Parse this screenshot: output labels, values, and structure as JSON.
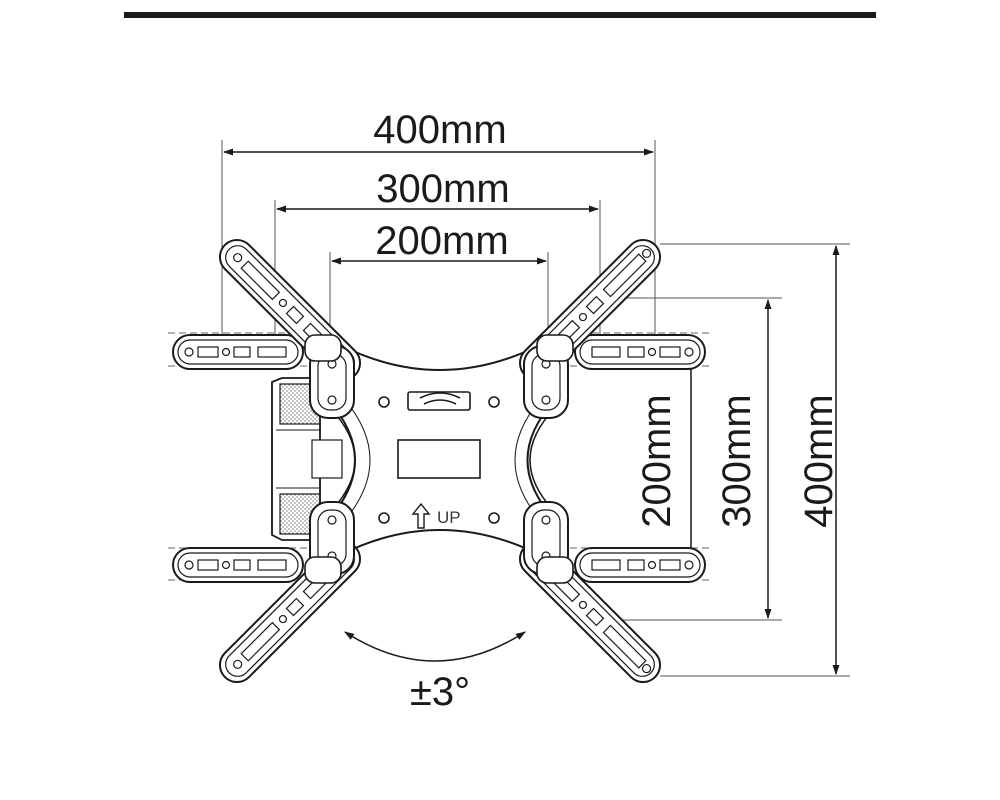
{
  "horizontal_dimensions": {
    "outer": "400mm",
    "middle": "300mm",
    "inner": "200mm"
  },
  "vertical_dimensions": {
    "outer": "400mm",
    "middle": "300mm",
    "inner": "200mm"
  },
  "center_plate": {
    "up_label": "UP"
  },
  "tilt_label": "±3°",
  "colors": {
    "line": "#1a1a1a",
    "thin_line": "#555555",
    "hatch": "#777777"
  }
}
